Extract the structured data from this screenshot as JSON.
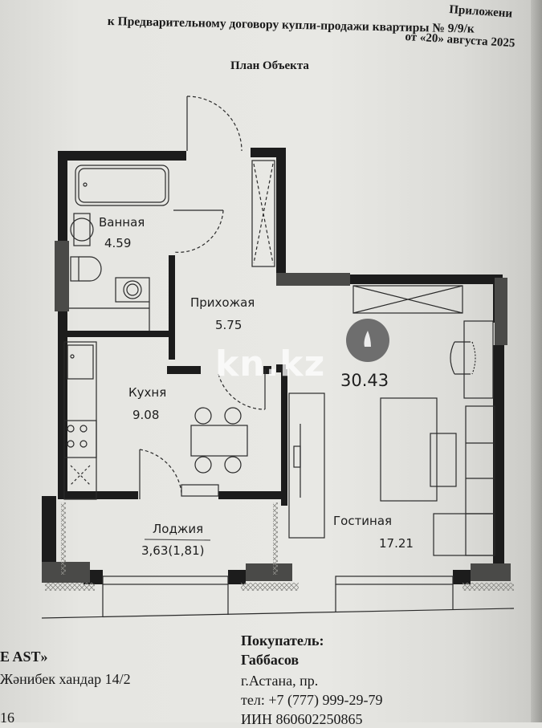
{
  "header": {
    "line1": "Приложени",
    "line2": "к Предварительному договору купли-продажи квартиры № 9/9/к",
    "line3": "от «20» августа 2025",
    "title": "План Объекта"
  },
  "plan": {
    "total_area": "30.43",
    "rooms": [
      {
        "name": "Ванная",
        "area": "4.59"
      },
      {
        "name": "Прихожая",
        "area": "5.75"
      },
      {
        "name": "Кухня",
        "area": "9.08"
      },
      {
        "name": "Лоджия",
        "area": "3,63(1,81)"
      },
      {
        "name": "Гостиная",
        "area": "17.21"
      }
    ],
    "apartment_badge_icon": "room-count-1-icon",
    "wall_color": "#1c1c1c",
    "badge_color": "#6e6e6e"
  },
  "watermark": "kn.kz",
  "footer": {
    "seller": {
      "name": "E AST»",
      "address": "Жәнибек хандар 14/2",
      "extra": "16"
    },
    "buyer": {
      "heading": "Покупатель:",
      "name": "Габбасов",
      "city": "г.Астана, пр.",
      "phone": "тел: +7 (777) 999-29-79",
      "iin": "ИИН 860602250865"
    }
  }
}
